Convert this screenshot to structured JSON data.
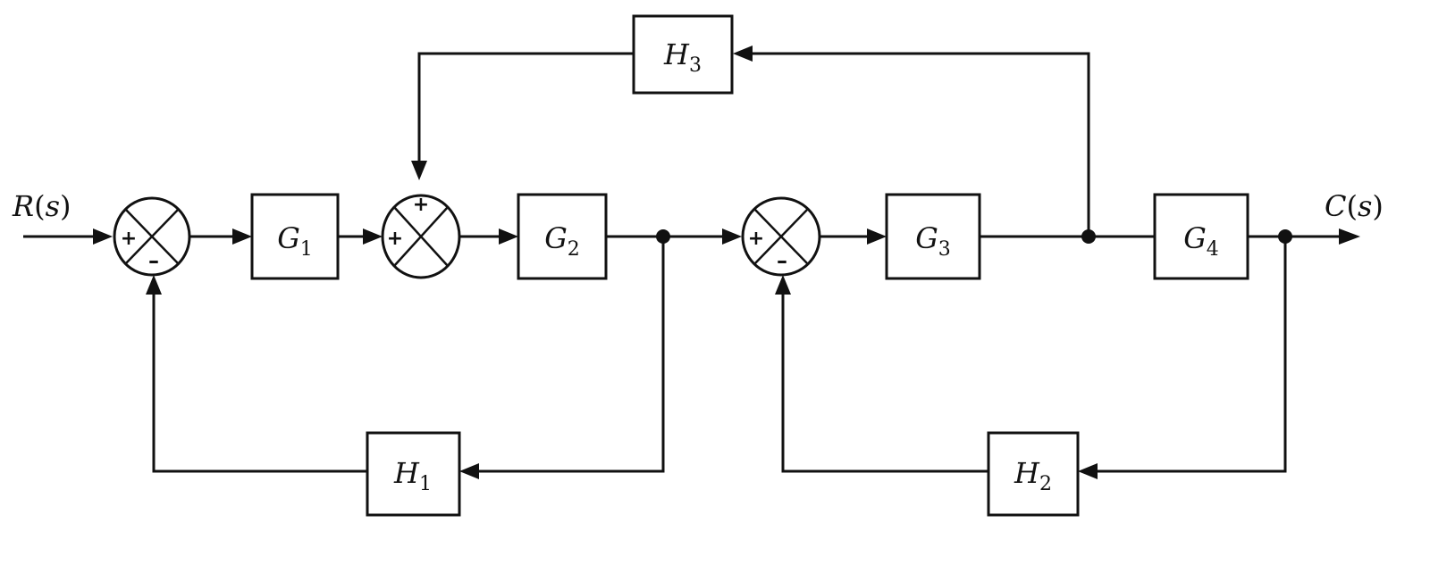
{
  "signals": {
    "input": {
      "name": "R",
      "arg": "s"
    },
    "output": {
      "name": "C",
      "arg": "s"
    }
  },
  "blocks": {
    "g1": {
      "name": "G",
      "sub": "1"
    },
    "g2": {
      "name": "G",
      "sub": "2"
    },
    "g3": {
      "name": "G",
      "sub": "3"
    },
    "g4": {
      "name": "G",
      "sub": "4"
    },
    "h1": {
      "name": "H",
      "sub": "1"
    },
    "h2": {
      "name": "H",
      "sub": "2"
    },
    "h3": {
      "name": "H",
      "sub": "3"
    }
  },
  "summing_junctions": {
    "s1": {
      "left_sign": "+",
      "bottom_sign": "–"
    },
    "s2": {
      "left_sign": "+",
      "top_sign": "+"
    },
    "s3": {
      "left_sign": "+",
      "bottom_sign": "–"
    }
  },
  "colors": {
    "stroke": "#111111",
    "background": "#ffffff"
  }
}
